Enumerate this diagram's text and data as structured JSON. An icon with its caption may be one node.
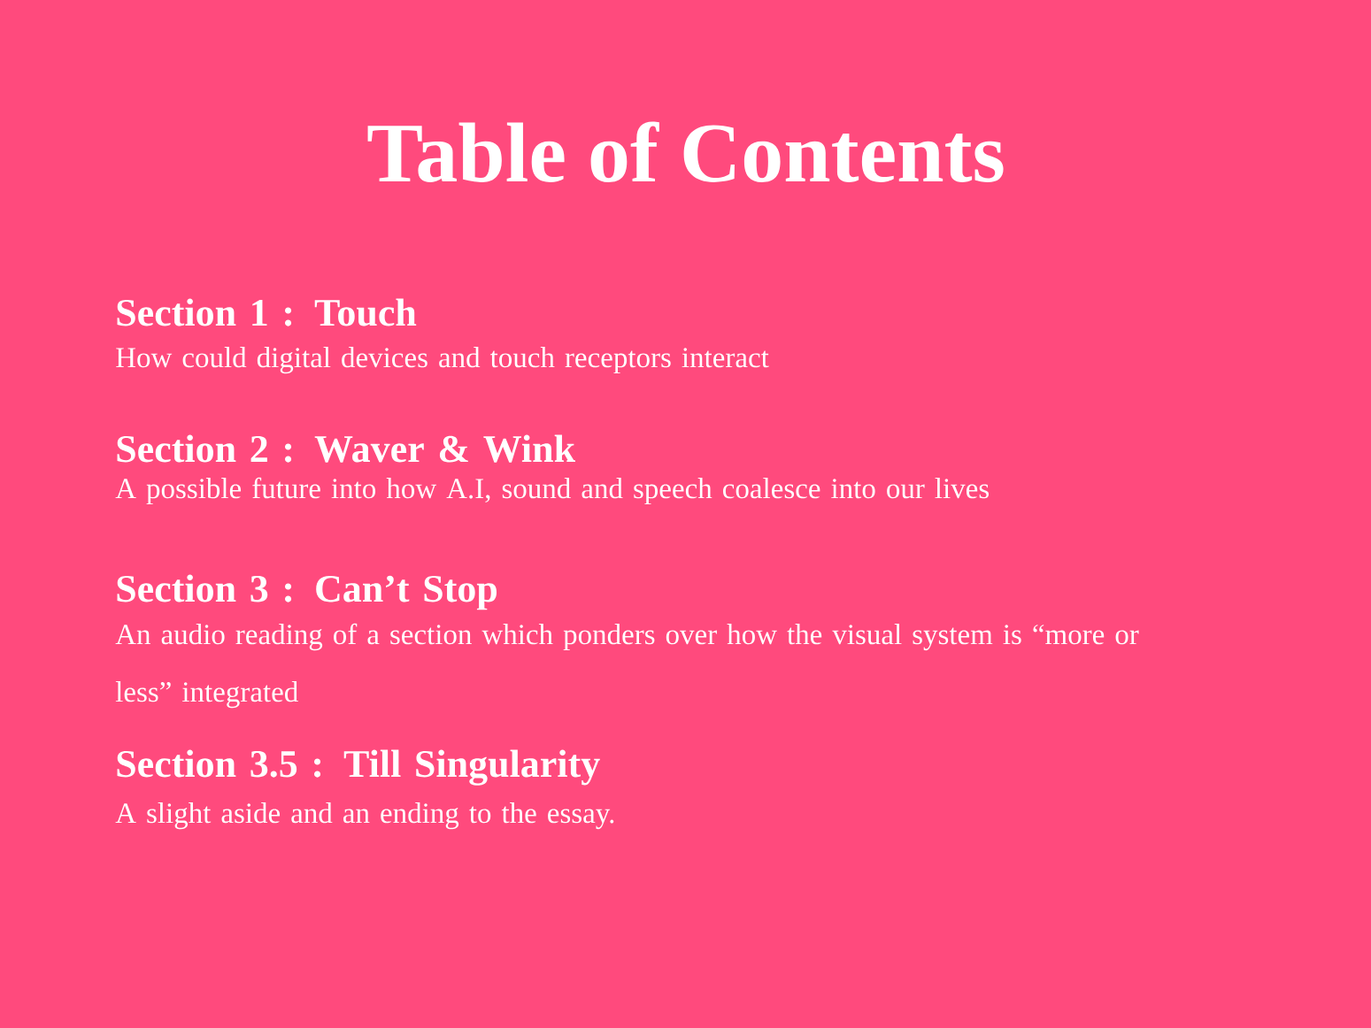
{
  "diagram": {
    "title": "Table of Contents",
    "labels": [
      "Section 1 : Touch",
      "How could digital devices and touch receptors interact",
      "Section 2 : Waver & Wink",
      "A possible future into how A.I, sound and speech coalesce into our lives",
      "Section 3 : Can’t Stop",
      "An audio reading of a section which ponders over how the visual system is “more or less” integrated",
      "Section 3.5 : Till Singularity",
      "A slight aside and an ending to the essay."
    ]
  }
}
